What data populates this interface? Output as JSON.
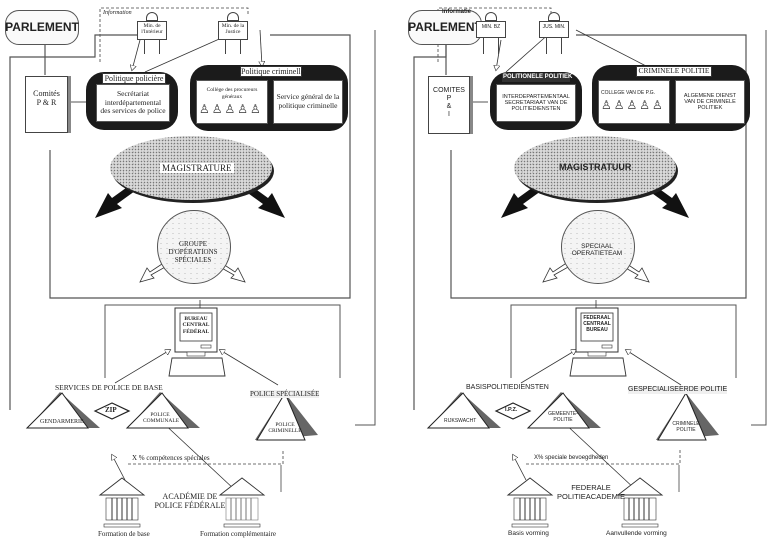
{
  "diagrams": {
    "french": {
      "language": "FR",
      "parliament": "PARLEMENT",
      "information_label": "Information",
      "minister_interior": "Min. de l'Intérieur",
      "minister_justice": "Min. de la Justice",
      "committees": {
        "line1": "Comités",
        "line2": "P & R"
      },
      "police_policy": {
        "title": "Politique policière",
        "body": "Secrétariat interdépartemental des services de police"
      },
      "criminal_policy": {
        "title": "Politique criminelle",
        "college": "Collège des procureurs généraux",
        "service": "Service général de la politique criminelle"
      },
      "magistrature": "MAGISTRATURE",
      "special_ops": [
        "GROUPE",
        "D'OPÉRATIONS",
        "SPÉCIALES"
      ],
      "central_bureau": [
        "BUREAU",
        "CENTRAL",
        "FÉDÉRAL"
      ],
      "basic_services": {
        "title": "SERVICES DE POLICE DE BASE",
        "left": "GENDARMERIE",
        "center": "ZIP",
        "right": "POLICE COMMUNALE"
      },
      "specialised": {
        "title": "POLICE SPÉCIALISÉE",
        "inner": "POLICE CRIMINELLE"
      },
      "special_skills": "X % compétences spéciales",
      "academy": {
        "title": [
          "ACADÉMIE DE",
          "POLICE FÉDÉRALE"
        ],
        "left": "Formation de base",
        "right": "Formation complémentaire"
      }
    },
    "dutch": {
      "language": "NL",
      "parliament": "PARLEMENT",
      "information_label": "Informatie",
      "minister_interior": "MIN. BZ",
      "minister_justice": "JUS. MIN.",
      "committees": {
        "line1": "COMITES",
        "line2": "P",
        "line3": "&",
        "line4": "I"
      },
      "police_policy": {
        "title": "POLITIONELE POLITIEK",
        "body": "INTERDEPARTEMENTAAL SECRETARIAAT VAN DE POLITIEDIENSTEN"
      },
      "criminal_policy": {
        "title": "CRIMINELE POLITIE",
        "college": "COLLEGE VAN DE P.G.",
        "service": "ALGEMENE DIENST VAN DE CRIMINELE POLITIEK"
      },
      "magistrature": "MAGISTRATUUR",
      "special_ops": [
        "SPECIAAL",
        "OPERATIETEAM"
      ],
      "central_bureau": [
        "FEDERAAL",
        "CENTRAAL",
        "BUREAU"
      ],
      "basic_services": {
        "title": "BASISPOLITIEDIENSTEN",
        "left": "RIJKSWACHT",
        "center": "I.P.Z.",
        "right": "GEMEENTE- POLITIE"
      },
      "specialised": {
        "title": "GESPECIALISEERDE POLITIE",
        "inner": "CRIMINELE POLITIE"
      },
      "special_skills": "X% speciale bevoegdheden",
      "academy": {
        "title": [
          "FEDERALE",
          "POLITIEACADEMIE"
        ],
        "left": "Basis vorming",
        "right": "Aanvullende vorming"
      }
    }
  }
}
